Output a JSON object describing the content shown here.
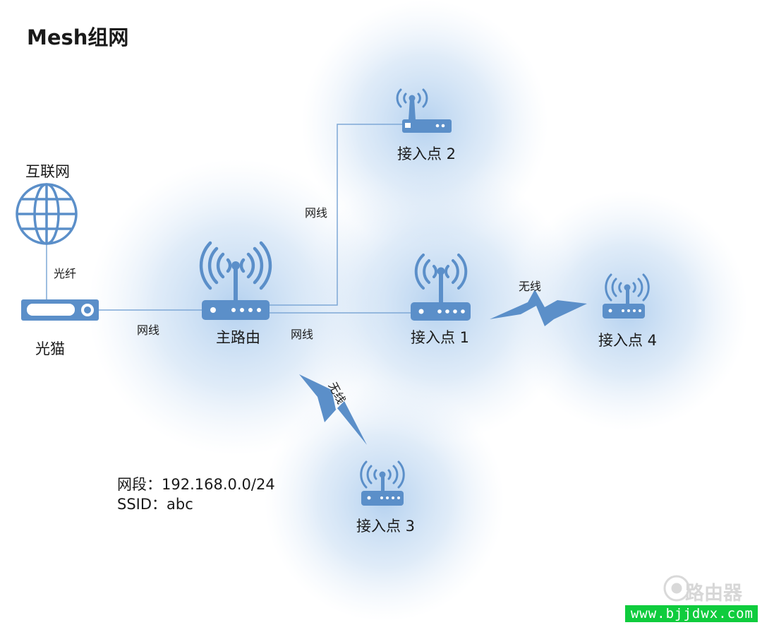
{
  "title": "Mesh组网",
  "nodes": {
    "internet": "互联网",
    "modem": "光猫",
    "main_router": "主路由",
    "ap1": "接入点 1",
    "ap2": "接入点 2",
    "ap3": "接入点 3",
    "ap4": "接入点 4"
  },
  "links": {
    "fiber": "光纤",
    "cable": "网线",
    "wireless": "无线"
  },
  "info": {
    "subnet": "网段：192.168.0.0/24",
    "ssid": "SSID：abc"
  },
  "watermark": {
    "brand": "路由器",
    "url": "www.bjjdwx.com"
  },
  "colors": {
    "device": "#5b8fc9",
    "line": "#7ea8d6",
    "coverage": "#9cc2ea",
    "watermark_bg": "#0fcc3d"
  }
}
